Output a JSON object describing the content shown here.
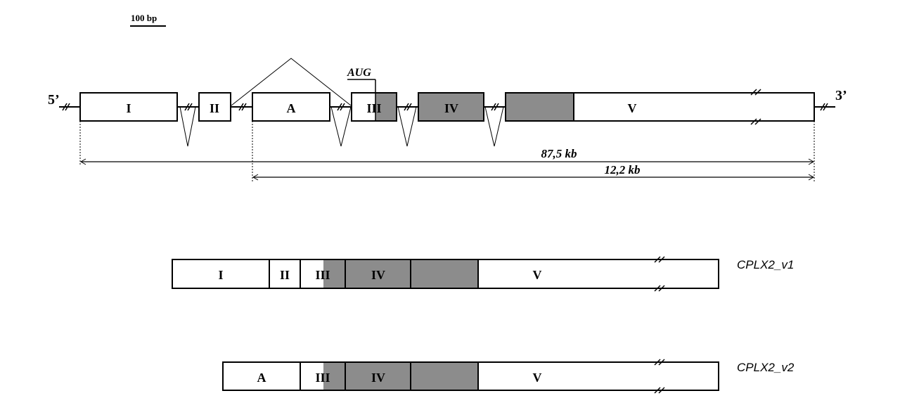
{
  "scale_bar": "100 bp",
  "gene": {
    "five_prime": "5’",
    "three_prime": "3’",
    "start_codon": "AUG",
    "exons": [
      "I",
      "II",
      "A",
      "III",
      "IV",
      "",
      "V"
    ],
    "span_total": "87,5 kb",
    "span_alt": "12,2 kb"
  },
  "transcripts": [
    {
      "name": "CPLX2_v1",
      "segments": [
        "I",
        "II",
        "III",
        "IV",
        "",
        "V"
      ]
    },
    {
      "name": "CPLX2_v2",
      "segments": [
        "A",
        "III",
        "IV",
        "",
        "V"
      ]
    }
  ],
  "colors": {
    "coding": "#8c8c8c",
    "utr": "#ffffff",
    "line": "#000000"
  }
}
